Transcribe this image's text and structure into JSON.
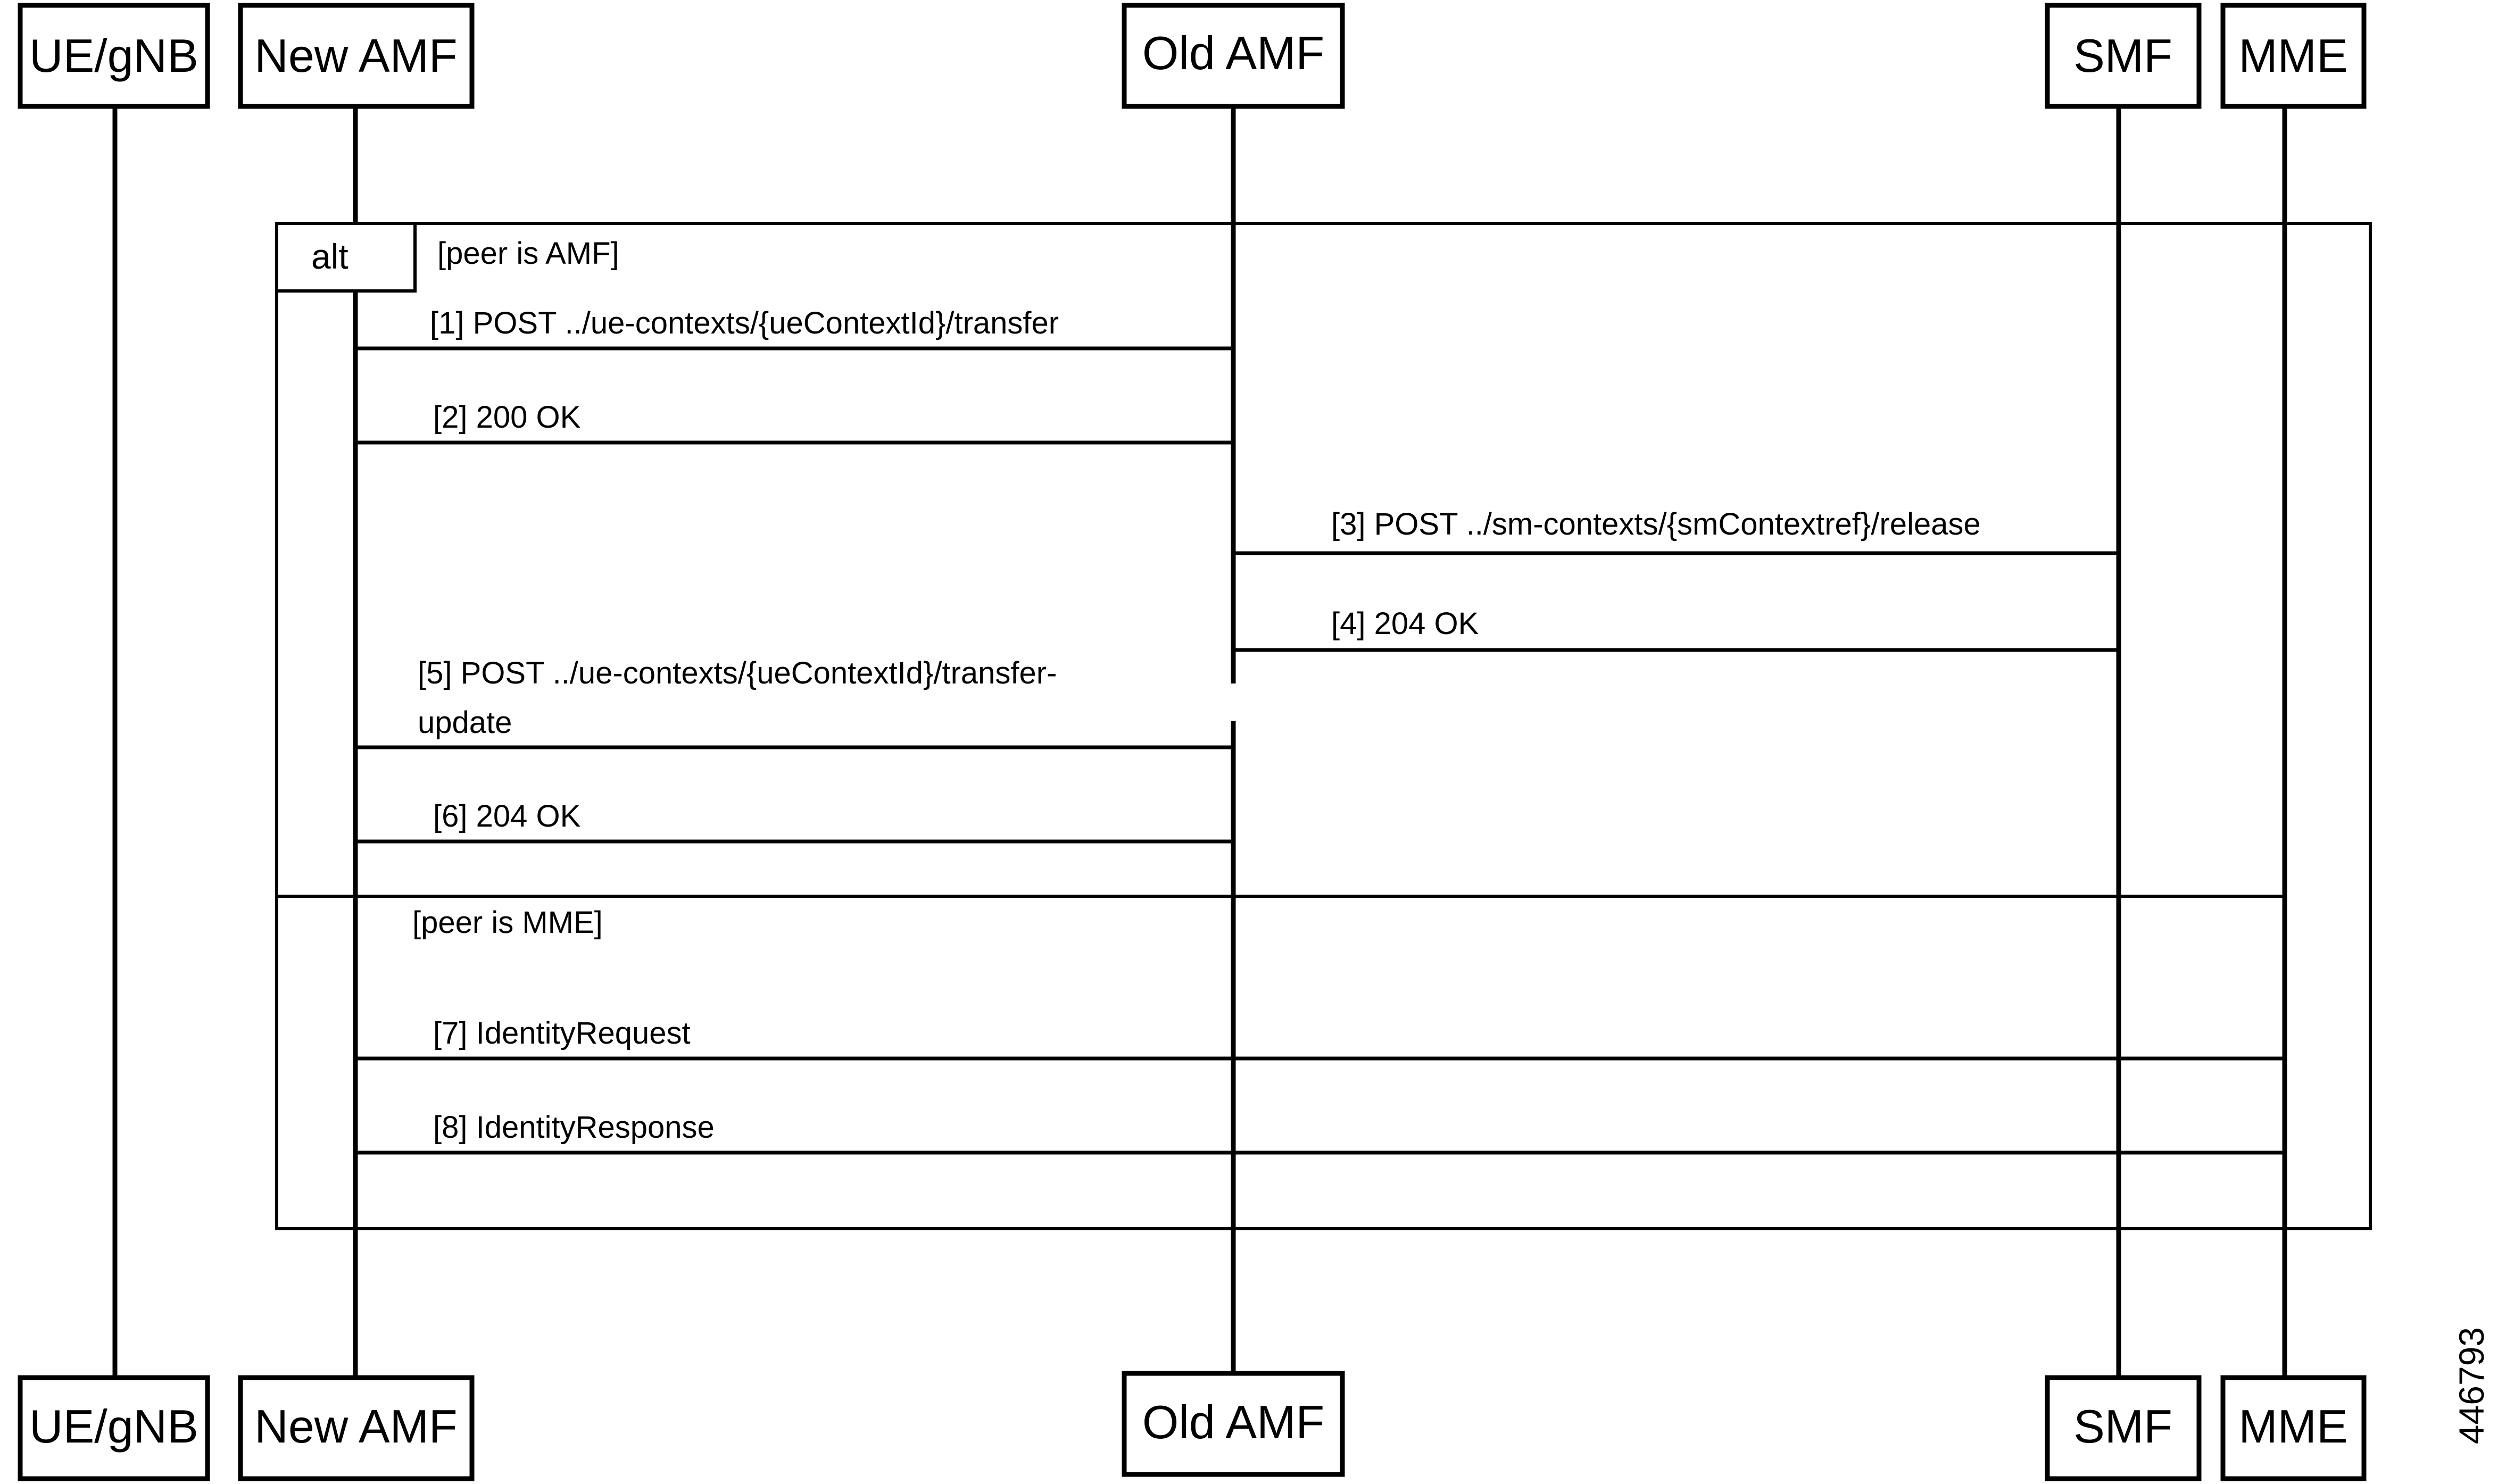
{
  "actors": {
    "ue_gnb": "UE/gNB",
    "new_amf": "New AMF",
    "old_amf": "Old AMF",
    "smf": "SMF",
    "mme": "MME"
  },
  "fragment": {
    "operator": "alt",
    "guard_amf": "[peer is AMF]",
    "guard_mme": "[peer is MME]"
  },
  "messages": {
    "m1": "[1] POST ../ue-contexts/{ueContextId}/transfer",
    "m2": "[2] 200 OK",
    "m3": "[3] POST ../sm-contexts/{smContextref}/release",
    "m4": "[4] 204 OK",
    "m5_line1": "[5] POST ../ue-contexts/{ueContextId}/transfer-",
    "m5_line2": "update",
    "m6": "[6] 204 OK",
    "m7": "[7] IdentityRequest",
    "m8": "[8] IdentityResponse"
  },
  "figure_id": "446793"
}
